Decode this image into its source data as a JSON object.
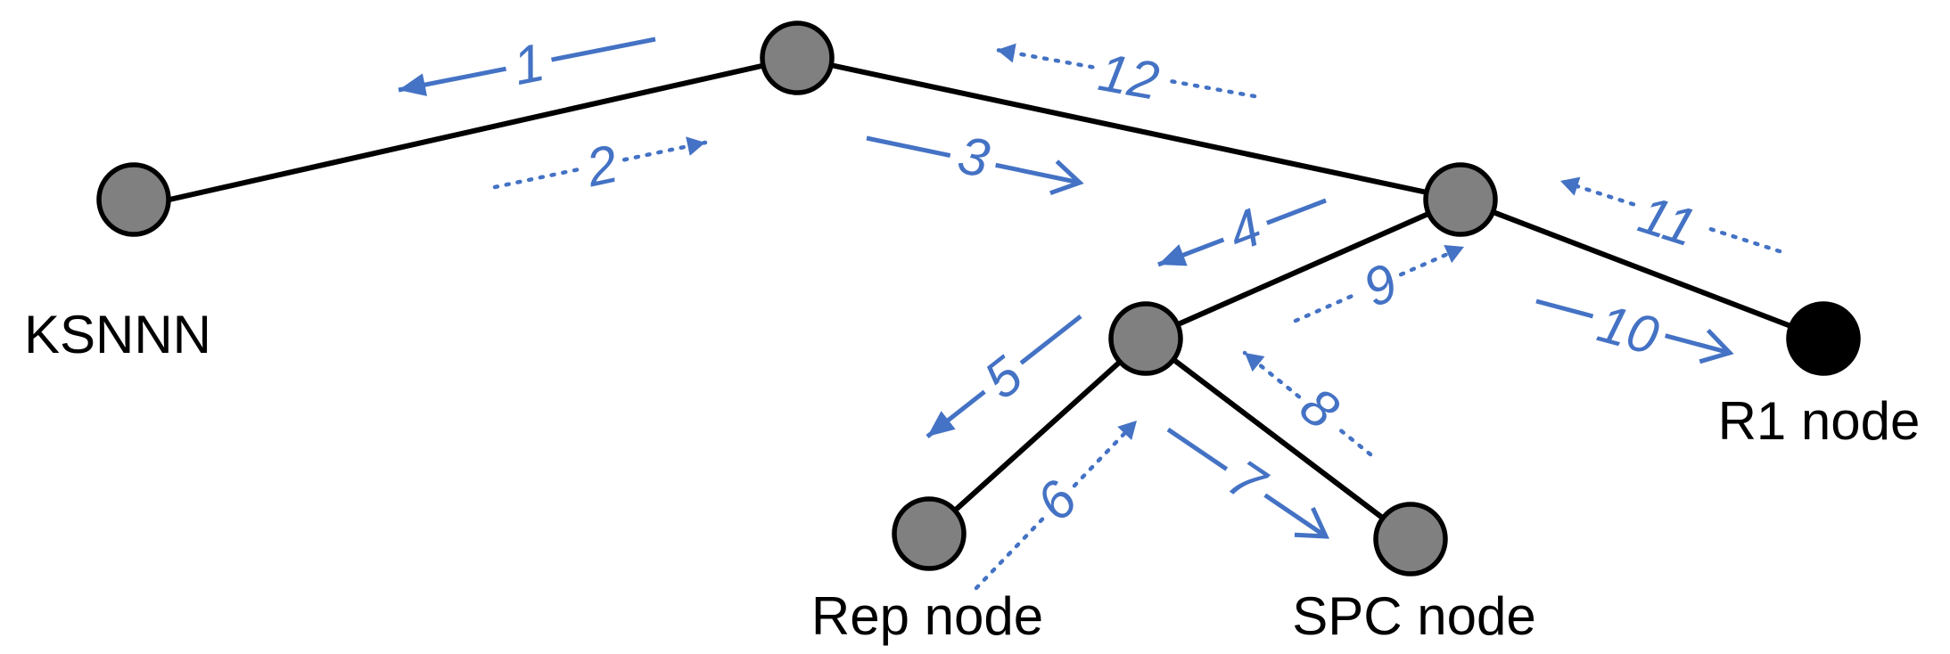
{
  "colors": {
    "edge": "#000000",
    "node_fill": "#808080",
    "node_stroke": "#000000",
    "r1_node_fill": "#000000",
    "arrow": "#4472C4",
    "label_text": "#000000"
  },
  "nodes": [
    {
      "id": "root",
      "label": ""
    },
    {
      "id": "ksnnn",
      "label": "KSNNN"
    },
    {
      "id": "mid",
      "label": ""
    },
    {
      "id": "lower",
      "label": ""
    },
    {
      "id": "rep",
      "label": "Rep node"
    },
    {
      "id": "spc",
      "label": "SPC node"
    },
    {
      "id": "r1",
      "label": "R1 node"
    }
  ],
  "edges": [
    {
      "from": "root",
      "to": "ksnnn"
    },
    {
      "from": "root",
      "to": "mid"
    },
    {
      "from": "mid",
      "to": "r1"
    },
    {
      "from": "mid",
      "to": "lower"
    },
    {
      "from": "lower",
      "to": "rep"
    },
    {
      "from": "lower",
      "to": "spc"
    }
  ],
  "steps": [
    {
      "label": "1",
      "from": "root",
      "to": "ksnnn",
      "style": "solid"
    },
    {
      "label": "2",
      "from": "ksnnn",
      "to": "root",
      "style": "dotted"
    },
    {
      "label": "3",
      "from": "root",
      "to": "mid",
      "style": "solid"
    },
    {
      "label": "4",
      "from": "mid",
      "to": "lower",
      "style": "solid"
    },
    {
      "label": "5",
      "from": "lower",
      "to": "rep",
      "style": "solid"
    },
    {
      "label": "6",
      "from": "rep",
      "to": "lower",
      "style": "dotted"
    },
    {
      "label": "7",
      "from": "lower",
      "to": "spc",
      "style": "solid"
    },
    {
      "label": "8",
      "from": "spc",
      "to": "lower",
      "style": "dotted"
    },
    {
      "label": "9",
      "from": "lower",
      "to": "mid",
      "style": "dotted"
    },
    {
      "label": "10",
      "from": "mid",
      "to": "r1",
      "style": "solid"
    },
    {
      "label": "11",
      "from": "r1",
      "to": "mid",
      "style": "dotted"
    },
    {
      "label": "12",
      "from": "mid",
      "to": "root",
      "style": "dotted"
    }
  ]
}
